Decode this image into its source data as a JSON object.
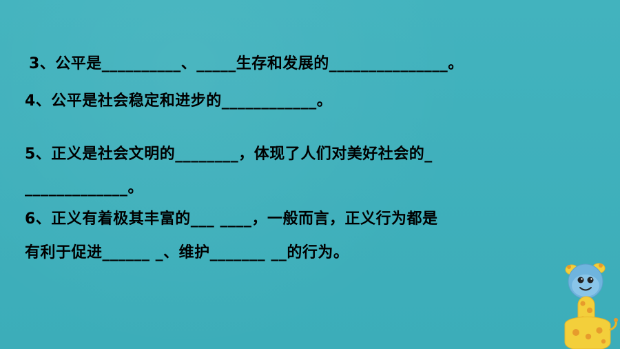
{
  "questions": [
    {
      "id": "q3",
      "text": "3、公平是__________、_____生存和发展的_______________。"
    },
    {
      "id": "q4",
      "text": "4、公平是社会稳定和进步的____________。"
    },
    {
      "id": "q5",
      "text": "5、正义是社会文明的________，体现了人们对美好社会的_"
    },
    {
      "id": "q5b",
      "text": "_____________。"
    },
    {
      "id": "q6",
      "text": "6、正义有着极其丰富的___ ____，一般而言，正义行为都是"
    },
    {
      "id": "q6b",
      "text": "有利于促进______ _、维护_______ __的行为。"
    }
  ],
  "decoration": {
    "icon": "giraffe-icon",
    "colors": {
      "background": "#3fb1bd",
      "giraffe_body": "#f3cf3b",
      "giraffe_face": "#6fb4de",
      "spots": "#e79b2c"
    }
  }
}
